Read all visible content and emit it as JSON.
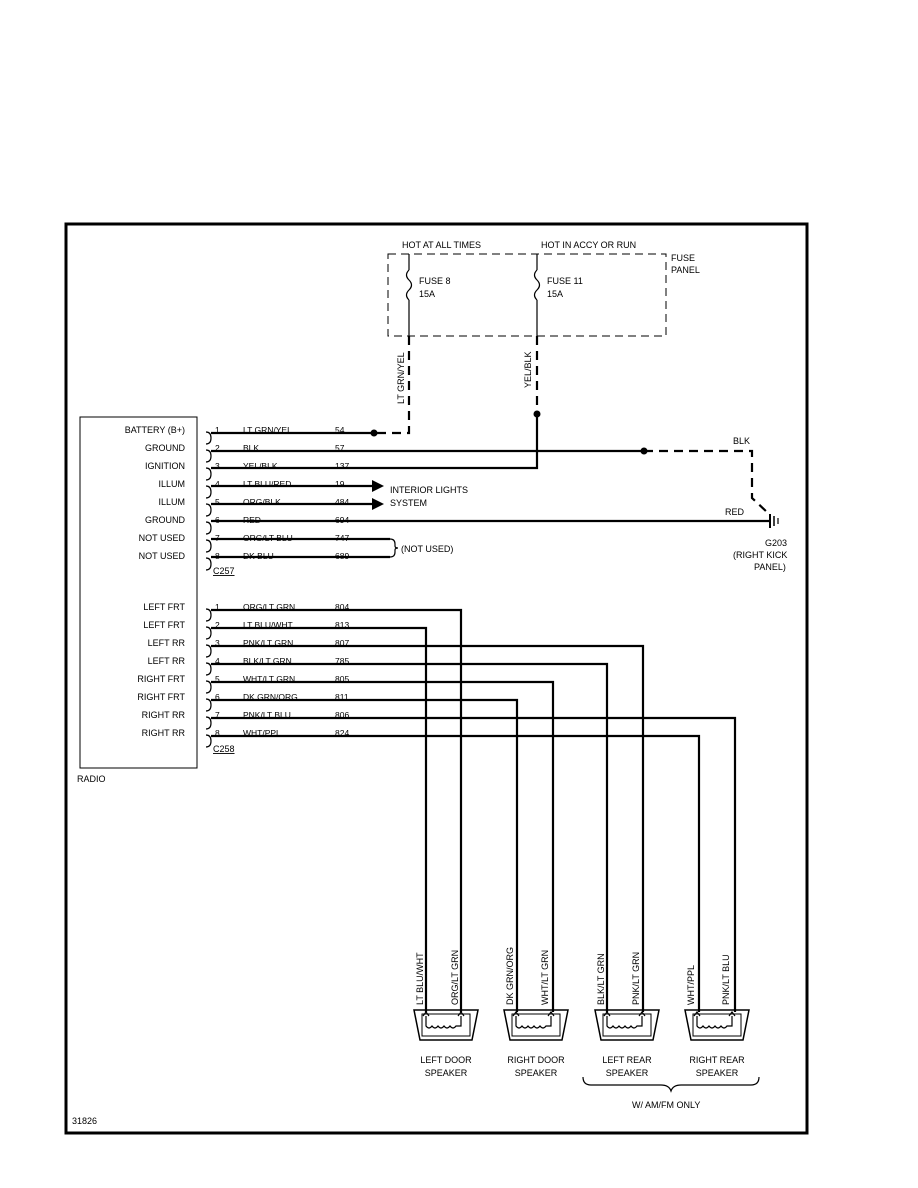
{
  "fuse_panel": {
    "label_line1": "FUSE",
    "label_line2": "PANEL",
    "hot_at_all_times": "HOT AT ALL TIMES",
    "hot_in_accy": "HOT IN ACCY OR RUN",
    "fuse8_name": "FUSE 8",
    "fuse8_rating": "15A",
    "fuse11_name": "FUSE 11",
    "fuse11_rating": "15A"
  },
  "vertical_wire_labels": {
    "fuse8_wire": "LT GRN/YEL",
    "fuse11_wire": "YEL/BLK"
  },
  "radio": {
    "label": "RADIO",
    "c257_label": "C257",
    "c258_label": "C258",
    "c257_pins": [
      {
        "func": "BATTERY (B+)",
        "pin": "1",
        "color": "LT GRN/YEL",
        "circuit": "54"
      },
      {
        "func": "GROUND",
        "pin": "2",
        "color": "BLK",
        "circuit": "57"
      },
      {
        "func": "IGNITION",
        "pin": "3",
        "color": "YEL/BLK",
        "circuit": "137"
      },
      {
        "func": "ILLUM",
        "pin": "4",
        "color": "LT BLU/RED",
        "circuit": "19"
      },
      {
        "func": "ILLUM",
        "pin": "5",
        "color": "ORG/BLK",
        "circuit": "484"
      },
      {
        "func": "GROUND",
        "pin": "6",
        "color": "RED",
        "circuit": "694"
      },
      {
        "func": "NOT USED",
        "pin": "7",
        "color": "ORG/LT BLU",
        "circuit": "747"
      },
      {
        "func": "NOT USED",
        "pin": "8",
        "color": "DK BLU",
        "circuit": "689"
      }
    ],
    "c258_pins": [
      {
        "func": "LEFT FRT",
        "pin": "1",
        "color": "ORG/LT GRN",
        "circuit": "804"
      },
      {
        "func": "LEFT FRT",
        "pin": "2",
        "color": "LT BLU/WHT",
        "circuit": "813"
      },
      {
        "func": "LEFT RR",
        "pin": "3",
        "color": "PNK/LT GRN",
        "circuit": "807"
      },
      {
        "func": "LEFT RR",
        "pin": "4",
        "color": "BLK/LT GRN",
        "circuit": "785"
      },
      {
        "func": "RIGHT FRT",
        "pin": "5",
        "color": "WHT/LT GRN",
        "circuit": "805"
      },
      {
        "func": "RIGHT FRT",
        "pin": "6",
        "color": "DK GRN/ORG",
        "circuit": "811"
      },
      {
        "func": "RIGHT RR",
        "pin": "7",
        "color": "PNK/LT BLU",
        "circuit": "806"
      },
      {
        "func": "RIGHT RR",
        "pin": "8",
        "color": "WHT/PPL",
        "circuit": "824"
      }
    ]
  },
  "interior_lights": {
    "line1": "INTERIOR LIGHTS",
    "line2": "SYSTEM"
  },
  "not_used_label": "(NOT USED)",
  "ground": {
    "blk_label": "BLK",
    "red_label": "RED",
    "g_id": "G203",
    "g_loc1": "(RIGHT KICK",
    "g_loc2": "PANEL)"
  },
  "speakers": [
    {
      "name1": "LEFT DOOR",
      "name2": "SPEAKER",
      "wire_a": "LT BLU/WHT",
      "wire_b": "ORG/LT GRN"
    },
    {
      "name1": "RIGHT DOOR",
      "name2": "SPEAKER",
      "wire_a": "DK GRN/ORG",
      "wire_b": "WHT/LT GRN"
    },
    {
      "name1": "LEFT REAR",
      "name2": "SPEAKER",
      "wire_a": "BLK/LT GRN",
      "wire_b": "PNK/LT GRN"
    },
    {
      "name1": "RIGHT REAR",
      "name2": "SPEAKER",
      "wire_a": "WHT/PPL",
      "wire_b": "PNK/LT BLU"
    }
  ],
  "am_fm_note": "W/ AM/FM ONLY",
  "figure_id": "31826"
}
